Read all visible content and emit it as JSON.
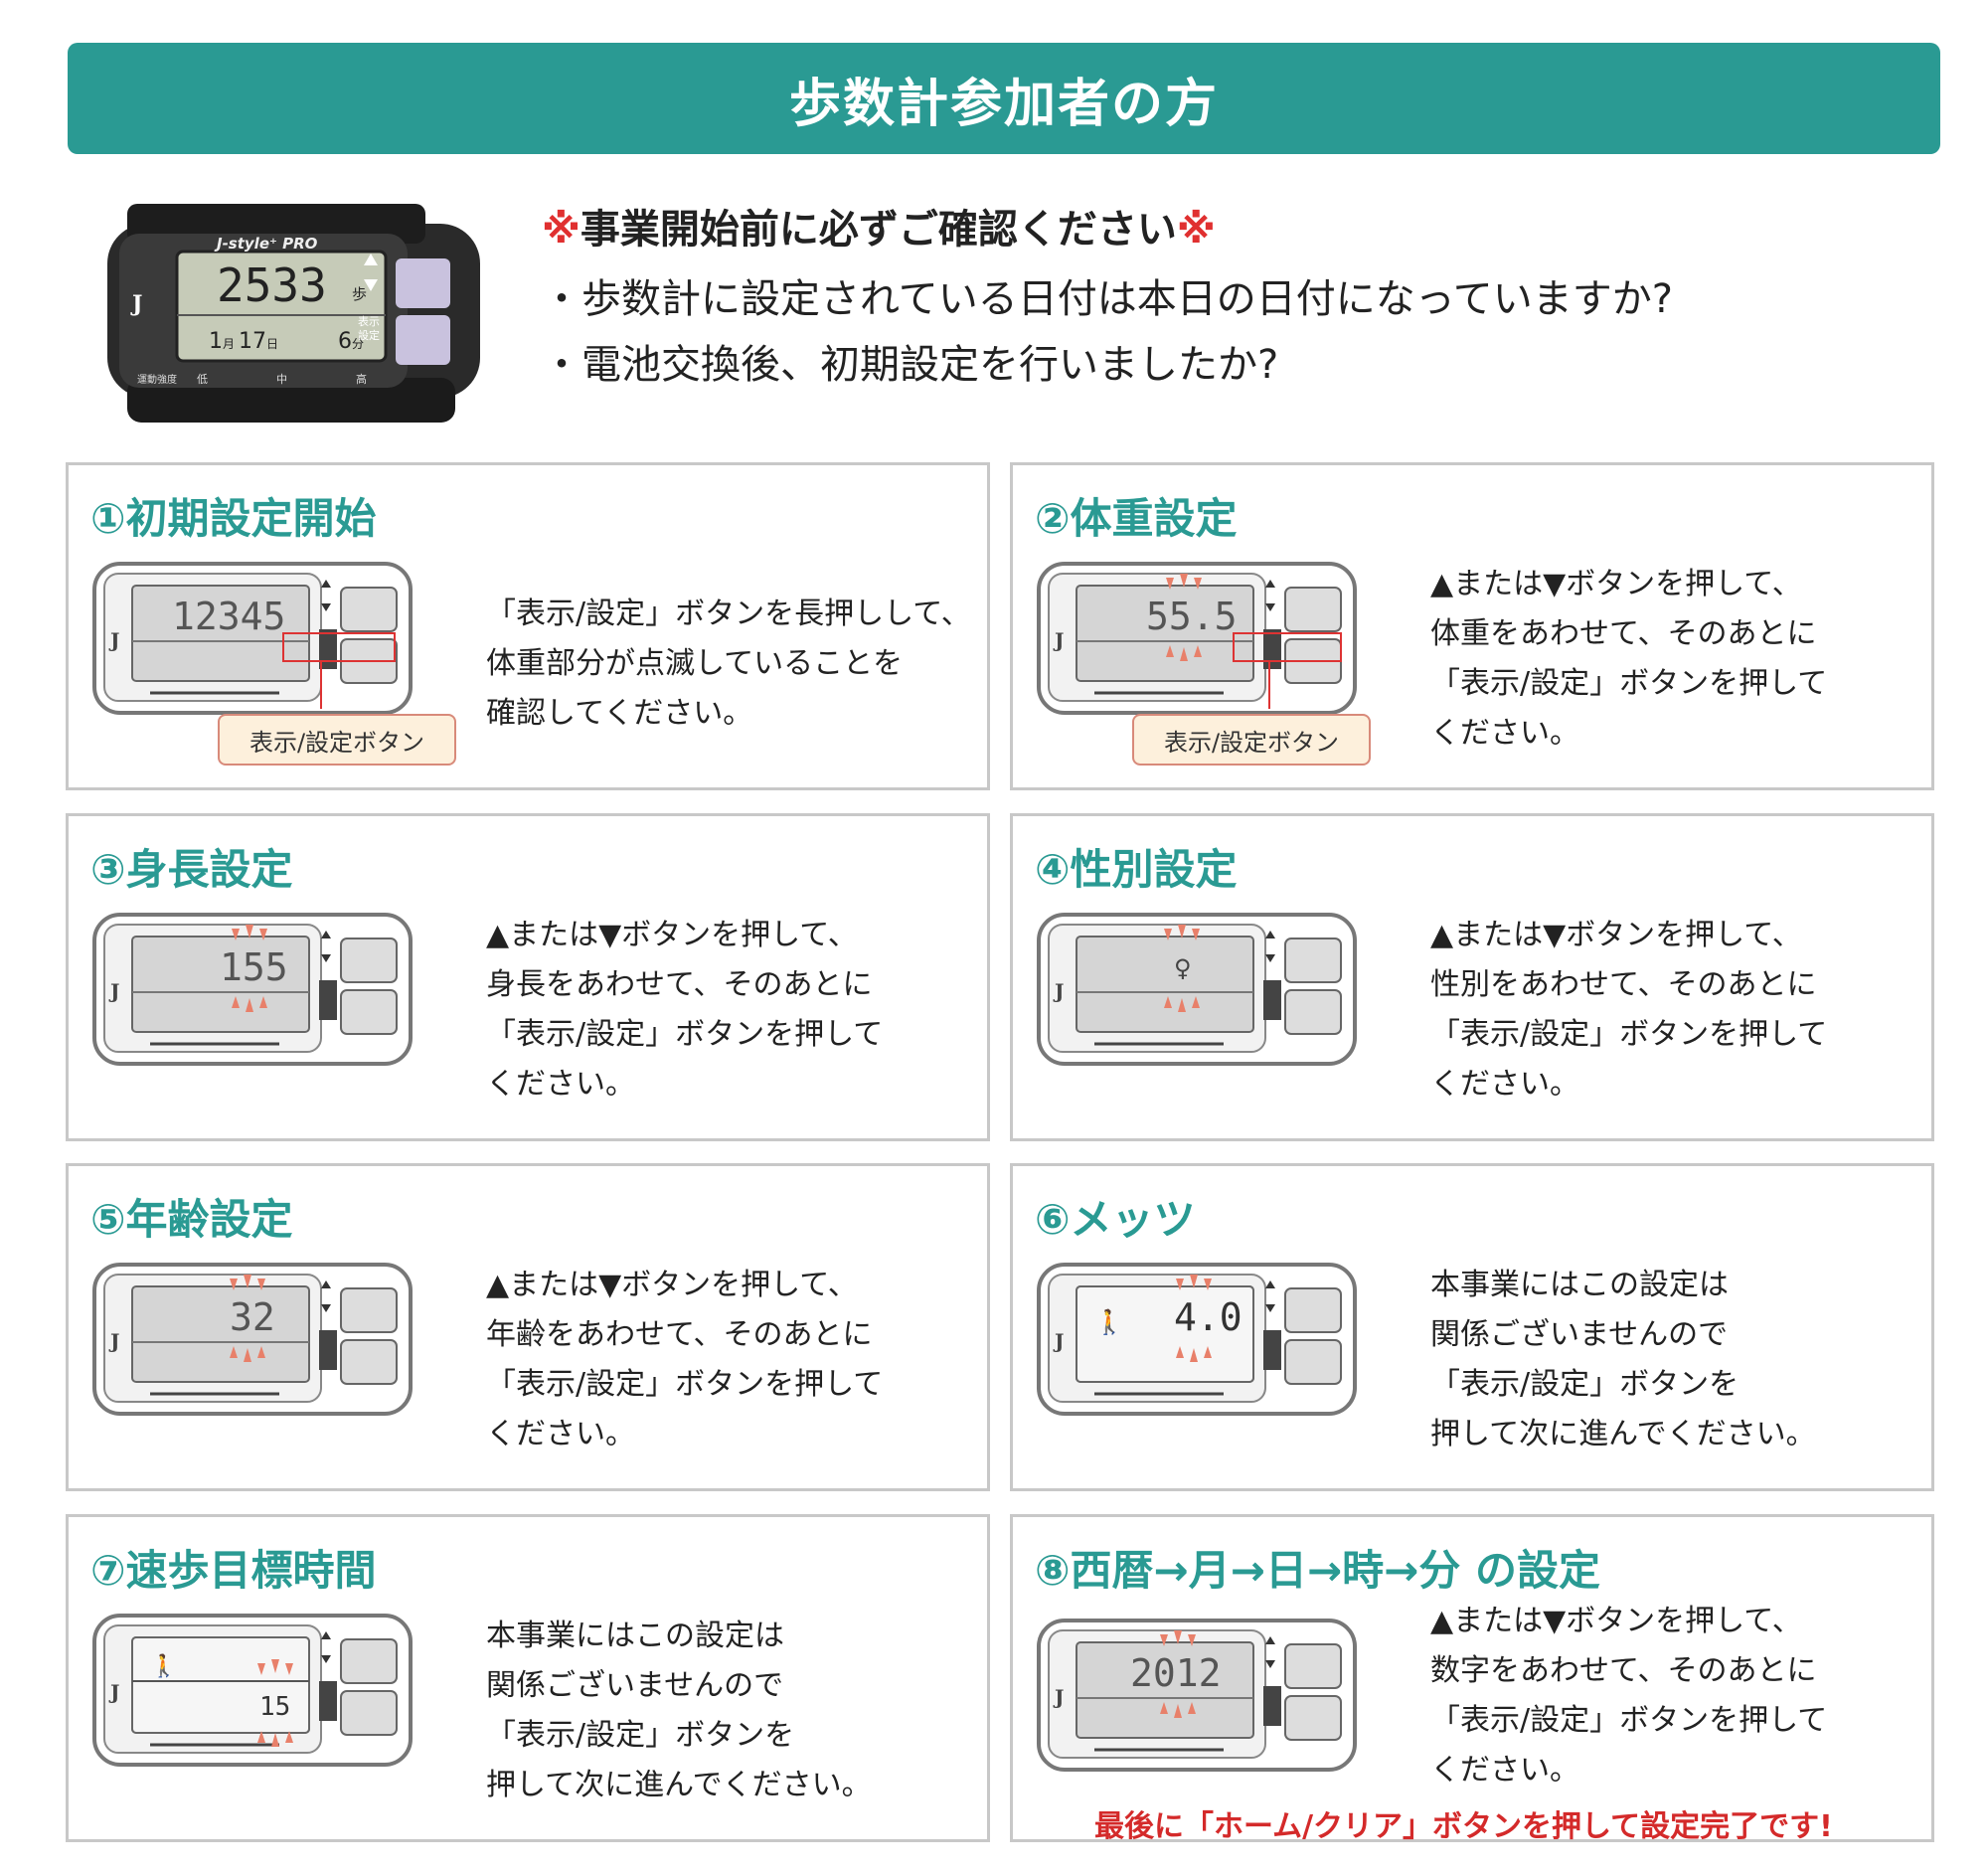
{
  "header": {
    "title": "歩数計参加者の方"
  },
  "hero": {
    "brand": "J-style⁺ PRO",
    "steps": "2533",
    "steps_unit": "歩",
    "date_month": "1",
    "date_month_unit": "月",
    "date_day": "17",
    "date_day_unit": "日",
    "minutes": "6",
    "minutes_unit": "分",
    "button_label_display": "表示",
    "button_label_setting": "設定",
    "intensity_label": "運動強度",
    "intensity_low": "低",
    "intensity_mid": "中",
    "intensity_high": "高"
  },
  "notice": {
    "mark": "※",
    "warning": "事業開始前に必ずご確認ください",
    "line1": "・歩数計に設定されている日付は本日の日付になっていますか?",
    "line2": "・電池交換後、初期設定を行いましたか?"
  },
  "callout_label": "表示/設定ボタン",
  "steps": [
    {
      "title": "①初期設定開始",
      "display_main": "12345",
      "desc": [
        "「表示/設定」ボタンを長押しして、",
        "体重部分が点滅していることを",
        "確認してください。"
      ]
    },
    {
      "title": "②体重設定",
      "display_main": "55.5",
      "desc": [
        "▲または▼ボタンを押して、",
        "体重をあわせて、そのあとに",
        "「表示/設定」ボタンを押して",
        "ください。"
      ]
    },
    {
      "title": "③身長設定",
      "display_main": "155",
      "desc": [
        "▲または▼ボタンを押して、",
        "身長をあわせて、そのあとに",
        "「表示/設定」ボタンを押して",
        "ください。"
      ]
    },
    {
      "title": "④性別設定",
      "display_main": "♀",
      "desc": [
        "▲または▼ボタンを押して、",
        "性別をあわせて、そのあとに",
        "「表示/設定」ボタンを押して",
        "ください。"
      ]
    },
    {
      "title": "⑤年齢設定",
      "display_main": "32",
      "desc": [
        "▲または▼ボタンを押して、",
        "年齢をあわせて、そのあとに",
        "「表示/設定」ボタンを押して",
        "ください。"
      ]
    },
    {
      "title": "⑥メッツ",
      "display_main": "4.0",
      "desc": [
        "本事業にはこの設定は",
        "関係ございませんので",
        "「表示/設定」ボタンを",
        "押して次に進んでください。"
      ]
    },
    {
      "title": "⑦速歩目標時間",
      "display_main": "15",
      "desc": [
        "本事業にはこの設定は",
        "関係ございませんので",
        "「表示/設定」ボタンを",
        "押して次に進んでください。"
      ]
    },
    {
      "title": "⑧西暦→月→日→時→分 の設定",
      "display_main": "2012",
      "desc": [
        "▲または▼ボタンを押して、",
        "数字をあわせて、そのあとに",
        "「表示/設定」ボタンを押して",
        "ください。"
      ]
    }
  ],
  "final_note": "最後に「ホーム/クリア」ボタンを押して設定完了です!",
  "colors": {
    "teal": "#2a9a93",
    "warning_red": "#e03030",
    "final_red": "#d42a2a"
  }
}
